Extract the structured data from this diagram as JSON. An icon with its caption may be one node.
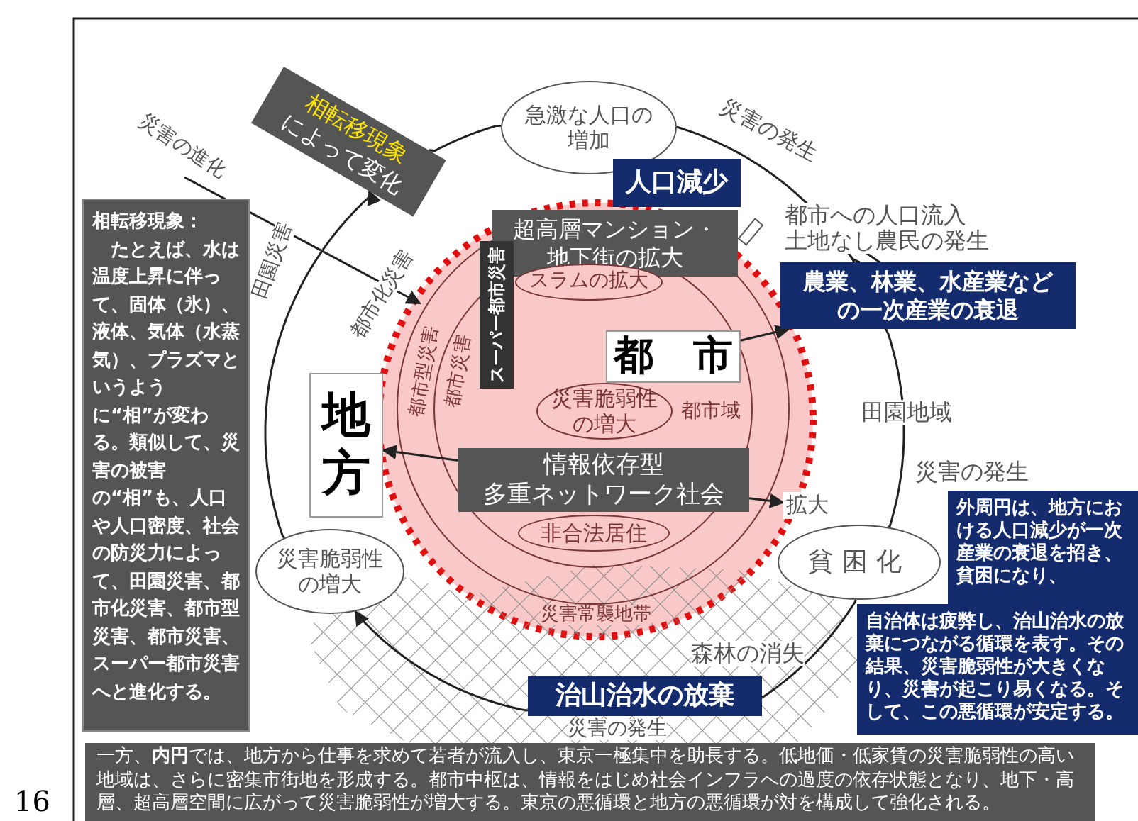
{
  "diagram": {
    "nodes": [
      {
        "text": [
          "相転移現象",
          "によって変化"
        ]
      },
      {
        "text": [
          "急激な人口の増加"
        ]
      },
      {
        "text": [
          "人口減少"
        ]
      },
      {
        "text": [
          "超高層マンション・地下街の拡大"
        ]
      },
      {
        "text": [
          "農業、林業、水産業などの一次産業の衰退"
        ]
      },
      {
        "text": [
          "スラムの拡大"
        ]
      },
      {
        "text": [
          "都　市"
        ]
      },
      {
        "text": [
          "スーパー都市災害"
        ]
      },
      {
        "text": [
          "地方"
        ]
      },
      {
        "text": [
          "災害脆弱性の増大"
        ]
      },
      {
        "text": [
          "情報依存型",
          "多重ネットワーク社会"
        ]
      },
      {
        "text": [
          "拡大"
        ]
      },
      {
        "text": [
          "非合法居住"
        ]
      },
      {
        "text": [
          "災害脆弱性の増大"
        ]
      },
      {
        "text": [
          "貧困化"
        ]
      },
      {
        "text": [
          "治山治水の放棄"
        ]
      },
      {
        "text": [
          "**相転移現象**：",
          "たとえば、水は温度上昇に伴って、固体（氷）、液体、気体（水蒸気）、プラズマというように“相”が変わる。類似して、災害の被害の“相”も、人口や人口密度、社会の防災力によって、田園災害、都市化災害、都市型災害、都市災害、スーパー都市災害へと進化する。"
        ]
      },
      {
        "text": [
          "**外周円**は、地方における人口減少が一次産業の衰退を招き、貧困になり、"
        ]
      },
      {
        "text": [
          "自治体は疲弊し、治山治水の放棄につながる循環を表す。その結果、災害脆弱性が大きくなり、災害が起こり易くなる。そして、この悪循環が安定する。"
        ]
      },
      {
        "text": [
          "一方、**内円**では、地方から仕事を求めて若者が流入し、東京一極集中を助長する。低地価・低家賃の災害脆弱性の高い地域は、さらに密集市街地を形成する。都市中枢は、情報をはじめ社会インフラへの過度の依存状態となり、地下・高層、超高層空間に広がって災害脆弱性が増大する。東京の悪循環と地方の悪循環が対を構成して強化される。"
        ]
      }
    ],
    "edges": [
      {
        "from": 13,
        "to": 0,
        "arrow": "to"
      },
      {
        "from": 0,
        "to": 1,
        "arrow": "none"
      },
      {
        "from": 1,
        "to": 4,
        "arrow": "none"
      },
      {
        "from": 4,
        "to": 14,
        "arrow": "none"
      },
      {
        "from": 14,
        "to": 15,
        "arrow": "none"
      },
      {
        "from": 15,
        "to": 13,
        "arrow": "to"
      },
      {
        "from": 10,
        "to": 8,
        "arrow": "to"
      },
      {
        "from": 6,
        "to": 4,
        "arrow": "to"
      },
      {
        "from": 10,
        "to": 11,
        "arrow": "to"
      }
    ],
    "labels": [
      "災害の進化",
      "田園災害",
      "都市化災害",
      "都市型災害",
      "都市災害",
      "災害の発生",
      "都市への人口流入",
      "土地なし農民の発生",
      "都市域",
      "田園地域",
      "災害の発生",
      "災害常襲地帯",
      "森林の消失",
      "災害の発生",
      "16"
    ]
  }
}
